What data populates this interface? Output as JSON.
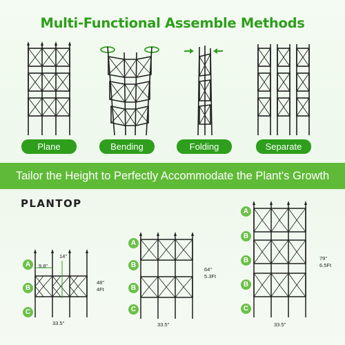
{
  "heading": "Multi-Functional Assemble Methods",
  "methods": [
    {
      "label": "Plane",
      "icon": "trellis-plane-icon"
    },
    {
      "label": "Bending",
      "icon": "trellis-bending-icon"
    },
    {
      "label": "Folding",
      "icon": "trellis-folding-icon"
    },
    {
      "label": "Separate",
      "icon": "trellis-separate-icon"
    }
  ],
  "banner": "Tailor the Height to Perfectly Accommodate the Plant's Growth",
  "brand": "PLANTOP",
  "row_labels": [
    "A",
    "B",
    "C"
  ],
  "configs": [
    {
      "width": "33.5\"",
      "height_in": "48\"",
      "height_ft": "4Ft",
      "panel_width": "9.8\"",
      "panel_height": "14\""
    },
    {
      "width": "33.5\"",
      "height_in": "64\"",
      "height_ft": "5.3Ft"
    },
    {
      "width": "33.5\"",
      "height_in": "79\"",
      "height_ft": "6.5Ft"
    }
  ],
  "colors": {
    "accent": "#2e9e1c",
    "banner": "#5fba37",
    "badge": "#6cc04a",
    "frame": "#1f1f1f"
  }
}
